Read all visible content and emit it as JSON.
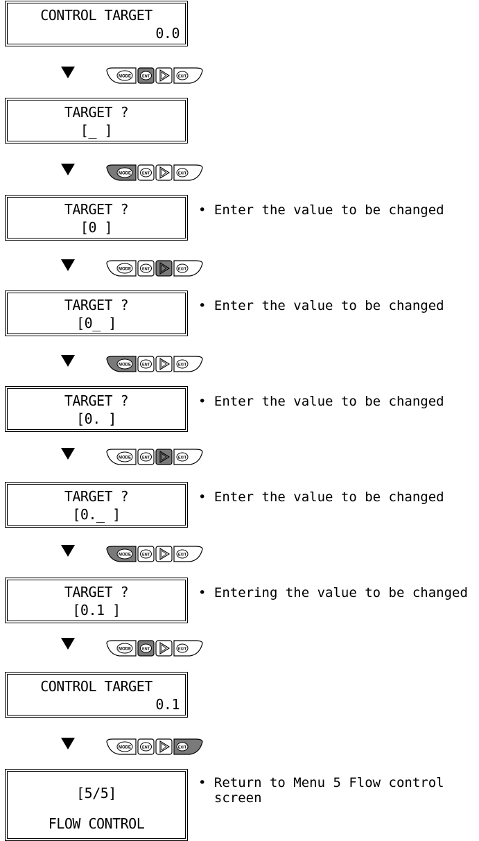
{
  "keys": {
    "mode": "MODE",
    "ent": "ENT",
    "exit": "EXIT"
  },
  "colors": {
    "pressed": "#7a7a7a",
    "normal": "#ffffff",
    "outline": "#000000"
  },
  "steps": [
    {
      "line1": "CONTROL TARGET",
      "line2": "0.0",
      "line2_align": "right",
      "note": ""
    },
    {
      "line1": "TARGET ?",
      "line2": "[_ ]",
      "line2_align": "center",
      "note": ""
    },
    {
      "line1": "TARGET ?",
      "line2": "[0 ]",
      "line2_align": "center",
      "note": "• Enter the value to be changed"
    },
    {
      "line1": "TARGET ?",
      "line2": "[0_ ]",
      "line2_align": "center",
      "note": "• Enter the value to be changed"
    },
    {
      "line1": "TARGET ?",
      "line2": "[0. ]",
      "line2_align": "center",
      "note": "• Enter the value to be changed"
    },
    {
      "line1": "TARGET ?",
      "line2": "[0._ ]",
      "line2_align": "center",
      "note": "• Enter the value to be changed"
    },
    {
      "line1": "TARGET ?",
      "line2": "[0.1 ]",
      "line2_align": "center",
      "note": "• Entering the value to be changed"
    },
    {
      "line1": "CONTROL TARGET",
      "line2": "0.1",
      "line2_align": "right",
      "note": ""
    },
    {
      "line1": "[5/5]",
      "line2": "FLOW CONTROL",
      "line2_align": "center",
      "note": "• Return to Menu 5 Flow control\n  screen"
    }
  ],
  "transitions": [
    {
      "pressed": "ENT"
    },
    {
      "pressed": "MODE"
    },
    {
      "pressed": "RIGHT"
    },
    {
      "pressed": "MODE"
    },
    {
      "pressed": "RIGHT"
    },
    {
      "pressed": "MODE"
    },
    {
      "pressed": "ENT"
    },
    {
      "pressed": "EXIT"
    }
  ]
}
